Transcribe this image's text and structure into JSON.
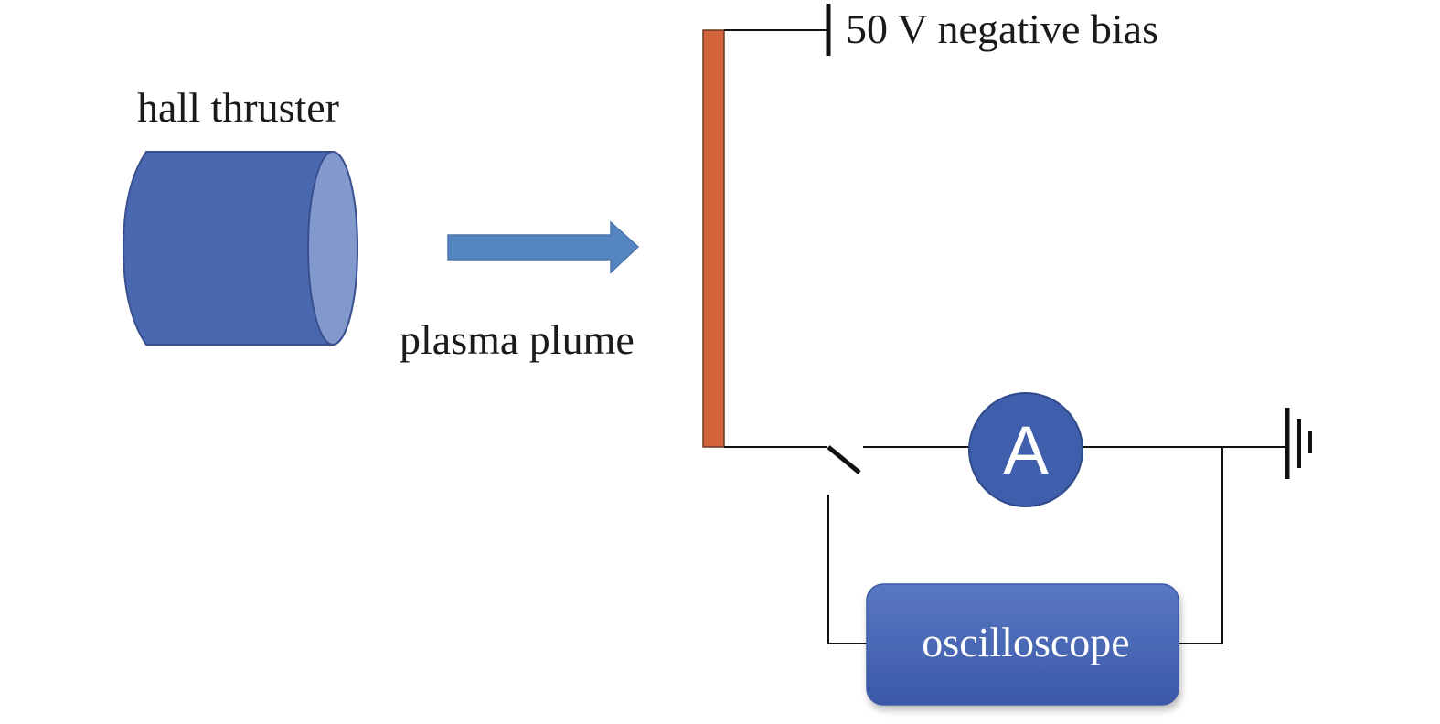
{
  "labels": {
    "thruster": "hall thruster",
    "plume": "plasma plume",
    "bias": "50 V negative bias",
    "ammeter": "A",
    "oscilloscope": "oscilloscope"
  },
  "colors": {
    "thruster_body": "#4a68b0",
    "thruster_face": "#8199cc",
    "thruster_outline": "#3a4f8e",
    "plume_arrow": "#5485c1",
    "plume_arrow_outline": "#4c76ac",
    "collector_plate": "#d4643a",
    "ammeter_fill": "#3f5fac",
    "ammeter_label": "#ffffff",
    "oscilloscope_fill_top": "#5a78c2",
    "oscilloscope_fill_bottom": "#3a58a8",
    "oscilloscope_label": "#ffffff",
    "wire": "#111111"
  },
  "icons": {
    "thruster": "cylinder-icon",
    "plume": "right-arrow-icon",
    "bias": "dc-source-symbol",
    "switch": "open-switch-symbol",
    "ammeter": "ammeter-symbol",
    "ground": "ground-symbol"
  }
}
